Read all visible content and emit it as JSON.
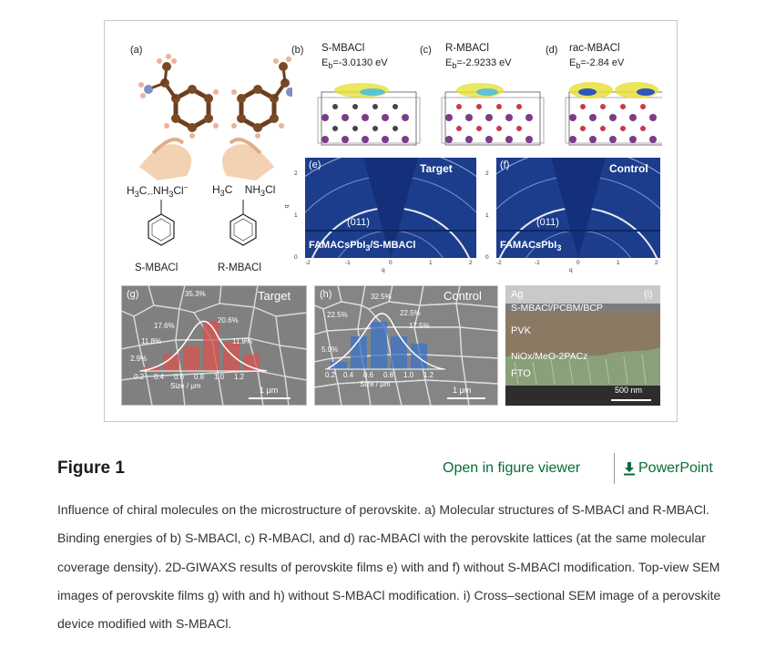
{
  "figure": {
    "title": "Figure 1",
    "open_viewer": "Open in figure viewer",
    "powerpoint": "PowerPoint",
    "caption": "Influence of chiral molecules on the microstructure of perovskite. a) Molecular structures of S-MBACl and R-MBACl. Binding energies of b) S-MBACl, c) R-MBACl, and d) rac-MBACl with the perovskite lattices (at the same molecular coverage density). 2D-GIWAXS results of perovskite films e) with and f) without S-MBACl modification. Top-view SEM images of perovskite films g) with and h) without S-MBACl modification. i) Cross–sectional SEM image of a perovskite device modified with S-MBACl."
  },
  "panels": {
    "a": {
      "label": "(a)",
      "left_name": "S-MBACl",
      "right_name": "R-MBACl",
      "h3c": "H",
      "formula_c": "C",
      "nh3cl": "NH",
      "cl": "Cl",
      "plus": "+",
      "minus": "−",
      "sub3": "3"
    },
    "b": {
      "label": "(b)",
      "title": "S-MBACl",
      "eb_prefix": "E",
      "eb_sub": "b",
      "eb_value": "=-3.0130 eV"
    },
    "c": {
      "label": "(c)",
      "title": "R-MBACl",
      "eb_prefix": "E",
      "eb_sub": "b",
      "eb_value": "=-2.9233 eV"
    },
    "d": {
      "label": "(d)",
      "title": "rac-MBACl",
      "eb_prefix": "E",
      "eb_sub": "b",
      "eb_value": "=-2.84 eV"
    },
    "e": {
      "label": "(e)",
      "corner": "Target",
      "ring": "(011)",
      "film": "FAMACsPbI",
      "film_sub": "3",
      "film_suffix": "/S-MBACl"
    },
    "f": {
      "label": "(f)",
      "corner": "Control",
      "ring": "(011)",
      "film": "FAMACsPbI",
      "film_sub": "3"
    },
    "giwaxs_axes": {
      "y_ticks": [
        "2",
        "1",
        "0"
      ],
      "x_ticks": [
        "-2",
        "-1",
        "0",
        "1",
        "2"
      ],
      "ylabel": "q",
      "xlabel": "q"
    },
    "g": {
      "label": "(g)",
      "corner": "Target",
      "scale": "1 μm",
      "pcts": [
        "35.3%",
        "17.6%",
        "20.6%",
        "11.8%",
        "11.8%",
        "2.9%"
      ],
      "hist_x": [
        "0.2",
        "0.4",
        "0.6",
        "0.8",
        "1.0",
        "1.2"
      ],
      "hist_xlabel": "Size / μm",
      "hist_values": [
        2.9,
        11.8,
        17.6,
        35.3,
        20.6,
        11.8
      ]
    },
    "h": {
      "label": "(h)",
      "corner": "Control",
      "scale": "1 μm",
      "pcts": [
        "32.5%",
        "22.5%",
        "22.5%",
        "17.5%",
        "5.0%"
      ],
      "hist_x": [
        "0.2",
        "0.4",
        "0.6",
        "0.8",
        "1.0",
        "1.2"
      ],
      "hist_xlabel": "Size / μm",
      "hist_values": [
        5.0,
        22.5,
        32.5,
        22.5,
        17.5
      ]
    },
    "i": {
      "label": "(i)",
      "layers": [
        "Ag",
        "S-MBACl/PCBM/BCP",
        "PVK",
        "NiOx/MeO-2PACz",
        "FTO"
      ],
      "scale": "500 nm"
    }
  },
  "colors": {
    "link": "#0a6b3a",
    "giwaxs_bg": "#1b3d8c",
    "target_bar": "#d9534f",
    "control_bar": "#3b73c8"
  }
}
